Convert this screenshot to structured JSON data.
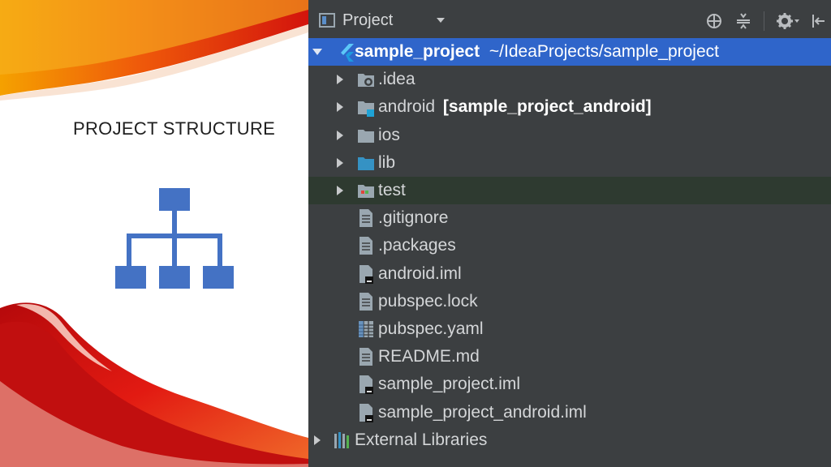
{
  "slide": {
    "title": "PROJECT STRUCTURE"
  },
  "ide": {
    "panel_title": "Project",
    "tree": {
      "root": {
        "name": "sample_project",
        "path": "~/IdeaProjects/sample_project"
      },
      "items": [
        {
          "label": ".idea",
          "kind": "folder-idea",
          "expandable": true
        },
        {
          "label": "android",
          "module": "[sample_project_android]",
          "kind": "folder-module",
          "expandable": true
        },
        {
          "label": "ios",
          "kind": "folder",
          "expandable": true
        },
        {
          "label": "lib",
          "kind": "folder-source",
          "expandable": true
        },
        {
          "label": "test",
          "kind": "folder-test",
          "expandable": true
        },
        {
          "label": ".gitignore",
          "kind": "file-text"
        },
        {
          "label": ".packages",
          "kind": "file-text"
        },
        {
          "label": "android.iml",
          "kind": "file-iml"
        },
        {
          "label": "pubspec.lock",
          "kind": "file-text"
        },
        {
          "label": "pubspec.yaml",
          "kind": "file-yaml"
        },
        {
          "label": "README.md",
          "kind": "file-text"
        },
        {
          "label": "sample_project.iml",
          "kind": "file-iml"
        },
        {
          "label": "sample_project_android.iml",
          "kind": "file-iml"
        }
      ],
      "external": {
        "label": "External Libraries",
        "kind": "libraries"
      }
    }
  },
  "colors": {
    "ide_background": "#3c3f41",
    "selection": "#2f65ca",
    "highlight_row": "#2e3a30",
    "accent_blue": "#4472c4",
    "decor_red": "#d21c0f"
  }
}
